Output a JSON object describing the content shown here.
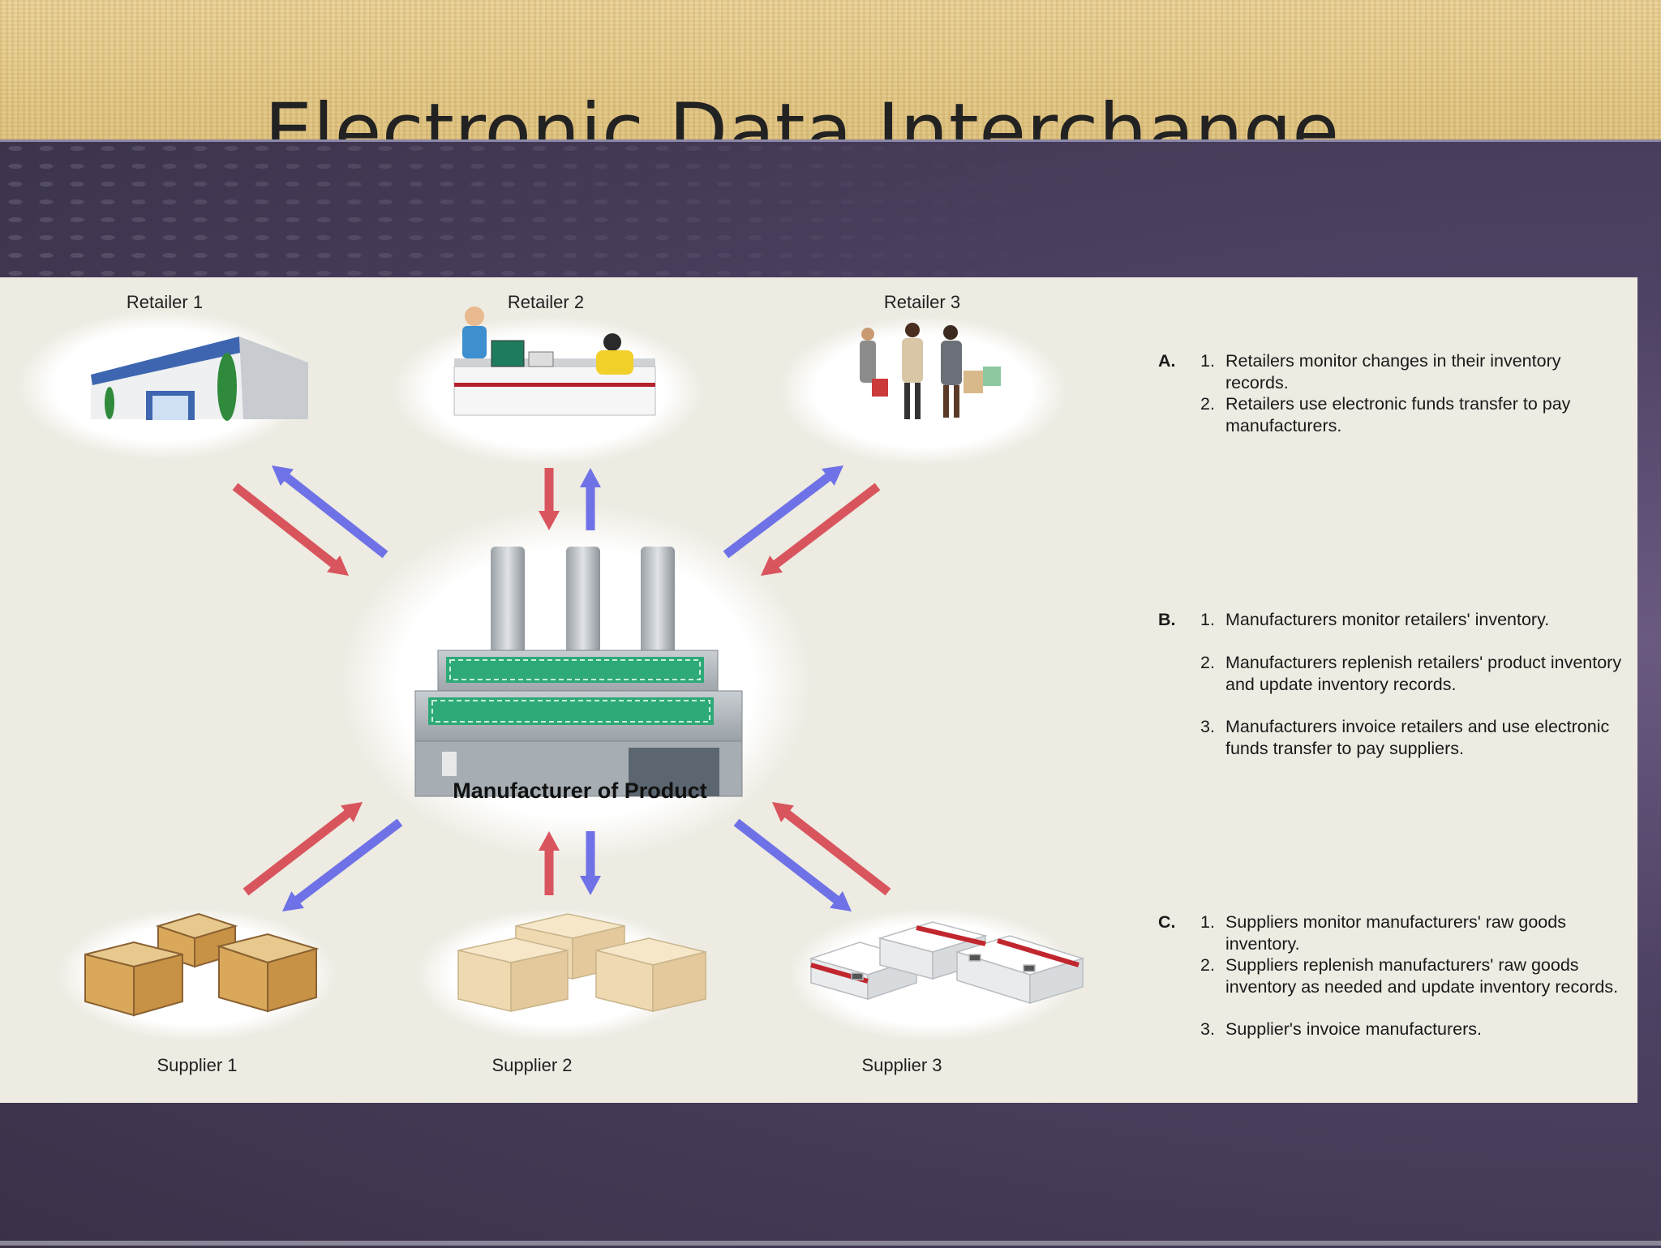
{
  "slide": {
    "title": "Electronic Data Interchange"
  },
  "diagram": {
    "retailers": [
      "Retailer 1",
      "Retailer 2",
      "Retailer 3"
    ],
    "manufacturer": "Manufacturer of Product",
    "suppliers": [
      "Supplier 1",
      "Supplier 2",
      "Supplier 3"
    ],
    "colors": {
      "to_manufacturer": "#d9555e",
      "from_manufacturer": "#6f72e6"
    }
  },
  "notes": [
    {
      "letter": "A.",
      "items": [
        {
          "num": "1.",
          "text": "Retailers monitor changes in their inventory records."
        },
        {
          "num": "2.",
          "text": "Retailers use electronic funds transfer to pay manufacturers."
        }
      ]
    },
    {
      "letter": "B.",
      "items": [
        {
          "num": "1.",
          "text": "Manufacturers monitor retailers' inventory."
        },
        {
          "num": "2.",
          "text": "Manufacturers replenish retailers' product inventory and update inventory records."
        },
        {
          "num": "3.",
          "text": "Manufacturers invoice retailers and use electronic funds transfer to pay suppliers."
        }
      ]
    },
    {
      "letter": "C.",
      "items": [
        {
          "num": "1.",
          "text": "Suppliers monitor manufacturers' raw goods inventory."
        },
        {
          "num": "2.",
          "text": "Suppliers replenish manufacturers' raw goods inventory as needed and update inventory records."
        },
        {
          "num": "3.",
          "text": "Supplier's invoice manufacturers."
        }
      ]
    }
  ]
}
